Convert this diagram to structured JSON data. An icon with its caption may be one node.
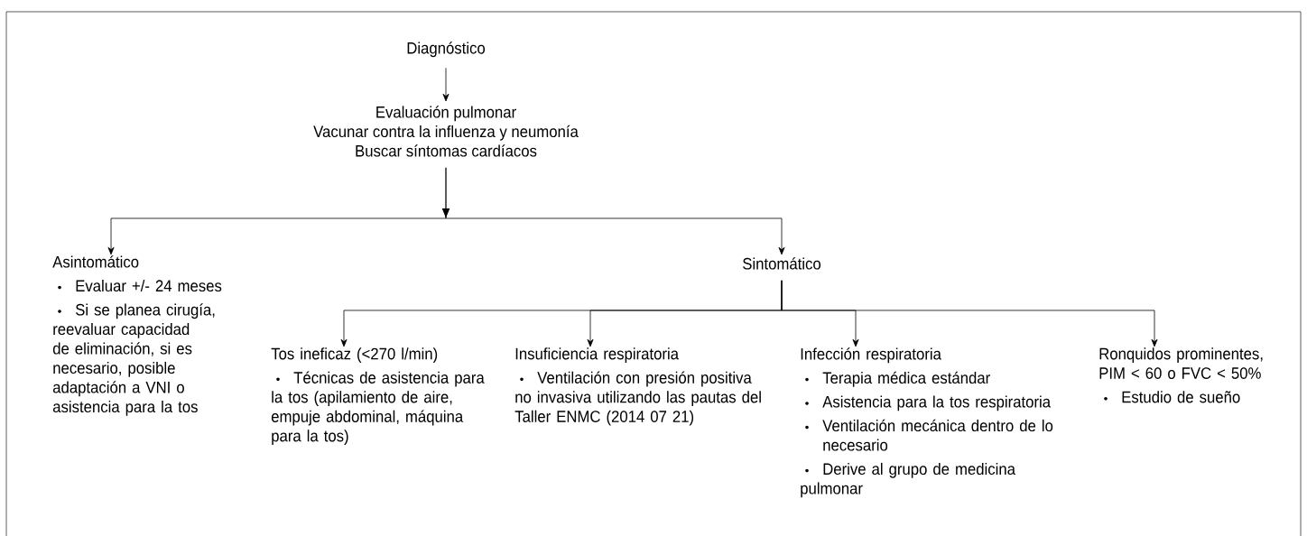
{
  "diagram": {
    "nodes": [
      {
        "text": [
          "Diagnóstico"
        ]
      },
      {
        "text": [
          "Evaluación pulmonar",
          "Vacunar contra la influenza y neumonía",
          "Buscar síntomas cardíacos"
        ]
      },
      {
        "text": [
          "Asintomático",
          "Evaluar +/- 24 meses",
          "Si se planea cirugía, reevaluar capacidad de eliminación, si es necesario, posible adaptación a VNI o asistencia para la tos"
        ]
      },
      {
        "text": [
          "Sintomático"
        ]
      },
      {
        "text": [
          "Tos ineficaz (<270 l/min)",
          "Técnicas de asistencia para la tos (apilamiento de aire, empuje abdominal, máquina para la tos)"
        ]
      },
      {
        "text": [
          "Insuficiencia respiratoria",
          "Ventilación con presión positiva no invasiva utilizando las pautas del Taller ENMC (2014 07 21)"
        ]
      },
      {
        "text": [
          "Infección respiratoria",
          "Terapia médica estándar",
          "Asistencia para la tos respiratoria",
          "Ventilación mecánica dentro de lo necesario",
          "Derive al grupo de medicina pulmonar"
        ]
      },
      {
        "text": [
          "Ronquidos prominentes, PIM < 60 o FVC < 50%",
          "Estudio de sueño"
        ]
      }
    ],
    "edges": [
      {
        "from": 0,
        "to": 1,
        "arrow": "to"
      },
      {
        "from": 1,
        "to": 2,
        "arrow": "to"
      },
      {
        "from": 1,
        "to": 3,
        "arrow": "to"
      },
      {
        "from": 3,
        "to": 4,
        "arrow": "to"
      },
      {
        "from": 3,
        "to": 5,
        "arrow": "to"
      },
      {
        "from": 3,
        "to": 6,
        "arrow": "to"
      },
      {
        "from": 3,
        "to": 7,
        "arrow": "to"
      }
    ]
  }
}
